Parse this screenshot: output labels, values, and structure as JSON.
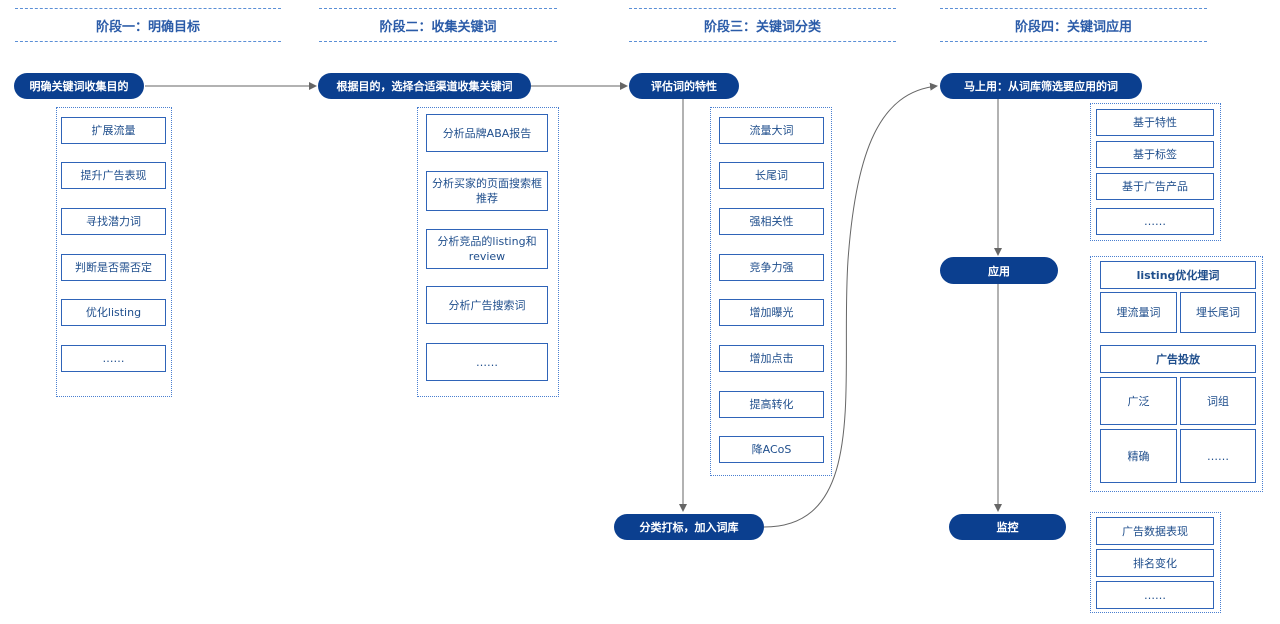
{
  "stages": [
    {
      "title": "阶段一：明确目标"
    },
    {
      "title": "阶段二：收集关键词"
    },
    {
      "title": "阶段三：关键词分类"
    },
    {
      "title": "阶段四：关键词应用"
    }
  ],
  "nodes": {
    "goal": "明确关键词收集目的",
    "channels": "根据目的，选择合适渠道收集关键词",
    "evaluate": "评估词的特性",
    "tag": "分类打标，加入词库",
    "apply_now": "马上用：从词库筛选要应用的词",
    "apply": "应用",
    "monitor": "监控"
  },
  "goal_items": [
    "扩展流量",
    "提升广告表现",
    "寻找潜力词",
    "判断是否需否定",
    "优化listing",
    "……"
  ],
  "channel_items": [
    "分析品牌ABA报告",
    "分析买家的页面搜索框推荐",
    "分析竞品的listing和review",
    "分析广告搜索词",
    "……"
  ],
  "trait_items": [
    "流量大词",
    "长尾词",
    "强相关性",
    "竞争力强",
    "增加曝光",
    "增加点击",
    "提高转化",
    "降ACoS"
  ],
  "basis_items": [
    "基于特性",
    "基于标签",
    "基于广告产品",
    "……"
  ],
  "apply_group": {
    "listing_title": "listing优化埋词",
    "listing_items": [
      "埋流量词",
      "埋长尾词"
    ],
    "ads_title": "广告投放",
    "ads_items": [
      "广泛",
      "词组",
      "精确",
      "……"
    ]
  },
  "monitor_items": [
    "广告数据表现",
    "排名变化",
    "……"
  ],
  "colors": {
    "node": "#0b3f8f",
    "border": "#2f64b8",
    "title": "#2a5ba8",
    "wire": "#666666"
  }
}
